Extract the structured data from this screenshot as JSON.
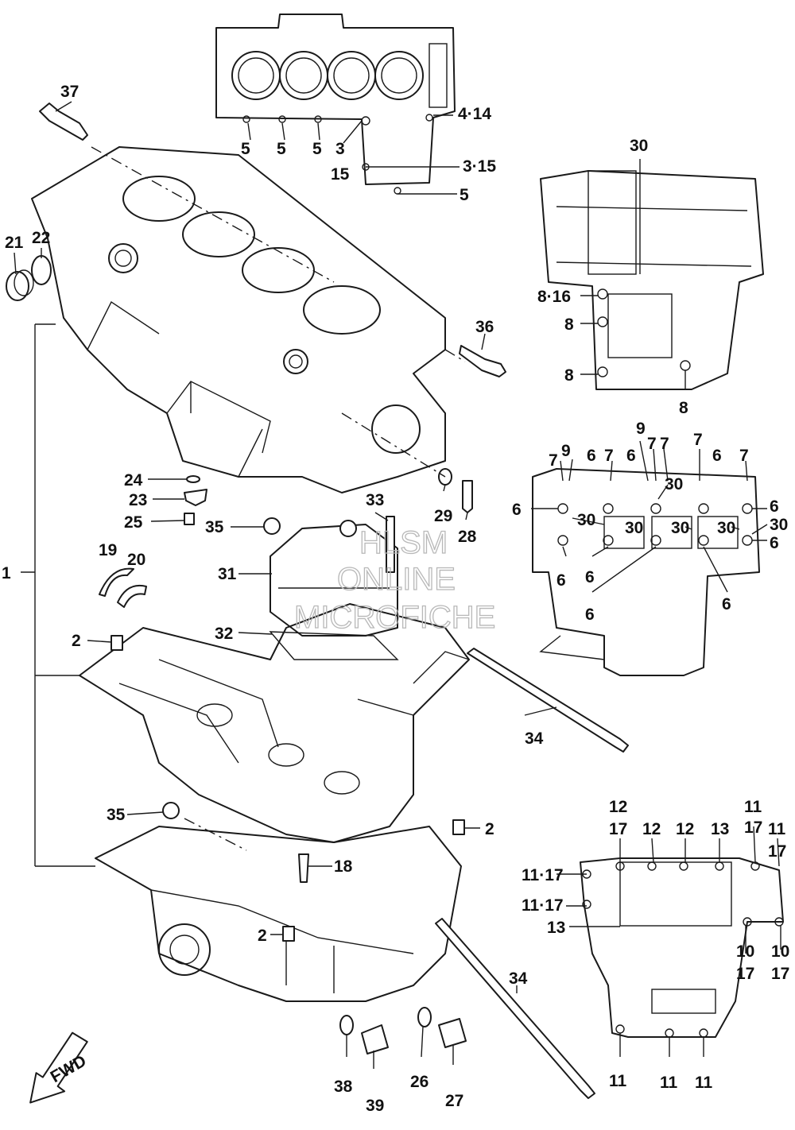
{
  "watermark": {
    "line1": "HLSM",
    "line2": "ONLINE",
    "line3": "MICROFICHE"
  },
  "fwd_label": "FWD",
  "callouts": {
    "c1": "1",
    "c2a": "2",
    "c2b": "2",
    "c2c": "2",
    "c3": "3",
    "c15": "15",
    "c3_15": "3·15",
    "c4_14": "4·14",
    "c5a": "5",
    "c5b": "5",
    "c5c": "5",
    "c5d": "5",
    "c6a": "6",
    "c6b": "6",
    "c6c": "6",
    "c6d": "6",
    "c6e": "6",
    "c6f": "6",
    "c6g": "6",
    "c6h": "6",
    "c6i": "6",
    "c6j": "6",
    "c6k": "6",
    "c7a": "7",
    "c7b": "7",
    "c7c": "7",
    "c7d": "7",
    "c7e": "7",
    "c7f": "7",
    "c8_16": "8·16",
    "c8a": "8",
    "c8b": "8",
    "c8c": "8",
    "c9a": "9",
    "c9b": "9",
    "c10a": "10",
    "c10b": "10",
    "c17j": "17",
    "c17k": "17",
    "c11a": "11",
    "c17a": "17",
    "c11_17a": "11·17",
    "c11_17b": "11·17",
    "c11b": "11",
    "c11c": "11",
    "c11d": "11",
    "c12a": "12",
    "c17b": "17",
    "c12b": "12",
    "c12c": "12",
    "c13a": "13",
    "c13b": "13",
    "c17c": "17",
    "c11e": "11",
    "c18": "18",
    "c19": "19",
    "c20": "20",
    "c21": "21",
    "c22": "22",
    "c23": "23",
    "c24": "24",
    "c25": "25",
    "c26": "26",
    "c27": "27",
    "c28": "28",
    "c29": "29",
    "c30a": "30",
    "c30b": "30",
    "c30c": "30",
    "c30d": "30",
    "c30e": "30",
    "c30f": "30",
    "c30g": "30",
    "c31": "31",
    "c32": "32",
    "c33": "33",
    "c34a": "34",
    "c34b": "34",
    "c35a": "35",
    "c35b": "35",
    "c36": "36",
    "c37": "37",
    "c38": "38",
    "c39": "39"
  }
}
